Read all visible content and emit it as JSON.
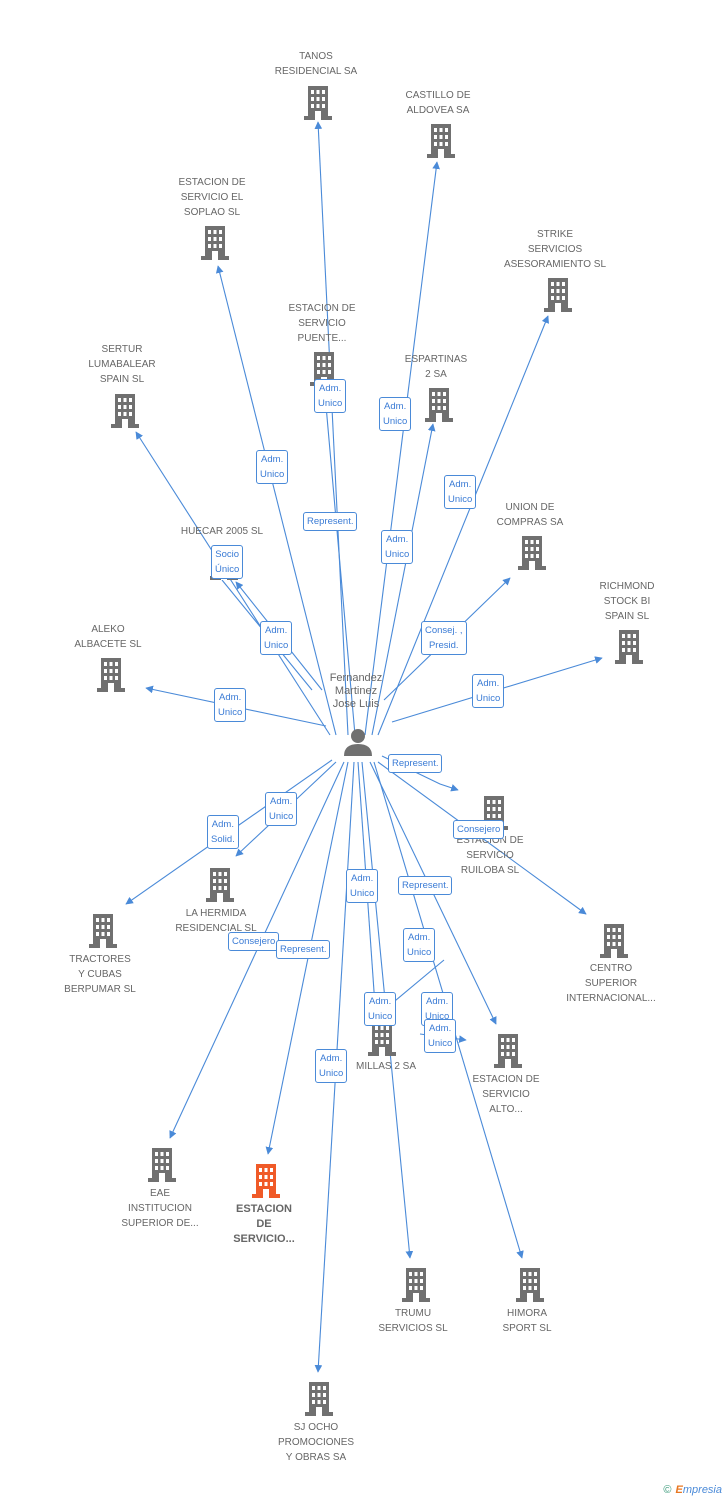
{
  "person": {
    "name": "Fernandez\nMartinez\nJose Luis"
  },
  "companies": {
    "tanos": "TANOS\nRESIDENCIAL SA",
    "castillo": "CASTILLO DE\nALDOVEA SA",
    "soplao": "ESTACION DE\nSERVICIO EL\nSOPLAO SL",
    "strike": "STRIKE\nSERVICIOS\nASESORAMIENTO SL",
    "puente": "ESTACION DE\nSERVICIO\nPUENTE...",
    "espartinas": "ESPARTINAS\n2 SA",
    "sertur": "SERTUR\nLUMABALEAR\nSPAIN SL",
    "union": "UNION DE\nCOMPRAS SA",
    "huecar": "HUECAR 2005 SL",
    "richmond": "RICHMOND\nSTOCK BI\nSPAIN  SL",
    "aleko": "ALEKO\nALBACETE  SL",
    "ruiloba": "ESTACION DE\nSERVICIO\nRUILOBA SL",
    "hermida": "LA HERMIDA\nRESIDENCIAL SL",
    "tractores": "TRACTORES\nY CUBAS\nBERPUMAR SL",
    "centro": "CENTRO\nSUPERIOR\nINTERNACIONAL...",
    "millas": "MILLAS 2 SA",
    "alto": "ESTACION DE\nSERVICIO\nALTO...",
    "eae": "EAE\nINSTITUCION\nSUPERIOR DE...",
    "servicio": "ESTACION\nDE\nSERVICIO...",
    "trumu": "TRUMU\nSERVICIOS SL",
    "himora": "HIMORA\nSPORT  SL",
    "sjocho": "SJ OCHO\nPROMOCIONES\nY OBRAS SA"
  },
  "edges": {
    "adm_unico": "Adm.\nUnico",
    "represent": "Represent.",
    "socio_unico": "Socio\nÚnico",
    "consej_presid": "Consej. ,\nPresid.",
    "adm_solid": "Adm.\nSolid.",
    "consejero": "Consejero"
  },
  "colors": {
    "edge": "#4a8ad8",
    "building": "#707070",
    "highlight": "#f05a28"
  },
  "icons": {
    "person": "person-icon",
    "company": "building-icon"
  },
  "footer": {
    "copyright": "©",
    "brand_e": "E",
    "brand_rest": "mpresia"
  }
}
